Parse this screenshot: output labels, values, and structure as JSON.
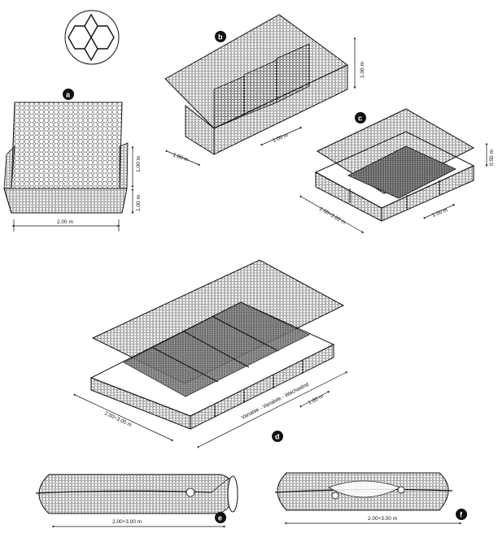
{
  "labels": {
    "a": "a",
    "b": "b",
    "c": "c",
    "d": "d",
    "e": "e",
    "f": "f"
  },
  "dimensions": {
    "a_width": "2.00 m",
    "a_height_top": "1.00 m",
    "a_height_bottom": "1.00 m",
    "b_height": "1.00 m",
    "b_width": "1.00 m",
    "b_spacing": "1.00 m",
    "c_height": "0.50 m",
    "c_length": "2.00÷3.00 m",
    "c_spacing": "1.00 m",
    "d_length": "2.00÷3.00 m",
    "d_variable": "Variable - Variabile - Wechselnd",
    "d_spacing": "1.00 m",
    "e_length": "2.00÷3.00 m",
    "f_length": "2.00÷3.00 m"
  },
  "icons": [
    "hexagonal-mesh-detail-icon"
  ]
}
